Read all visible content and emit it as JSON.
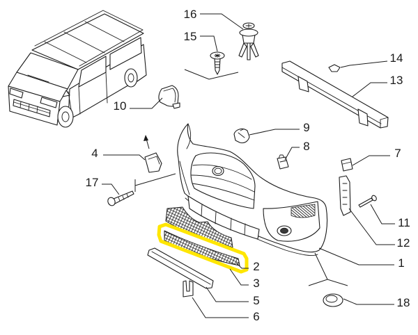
{
  "callouts": [
    "1",
    "2",
    "3",
    "4",
    "5",
    "6",
    "7",
    "8",
    "9",
    "10",
    "11",
    "12",
    "13",
    "14",
    "15",
    "16",
    "17",
    "18"
  ],
  "colors": {
    "highlight": "#ffe600",
    "ink": "#1a1a1a",
    "background": "#ffffff"
  }
}
